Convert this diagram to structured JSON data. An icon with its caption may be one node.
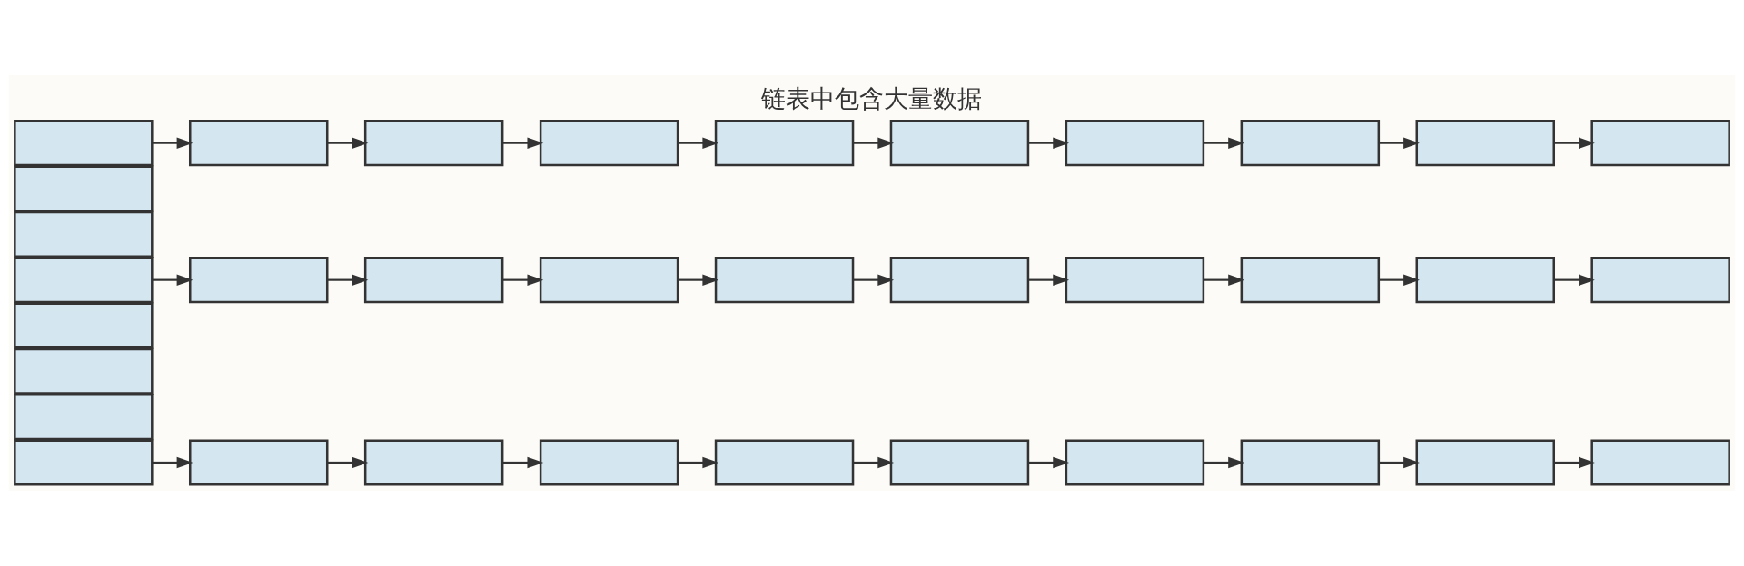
{
  "diagram": {
    "title": "链表中包含大量数据",
    "nodes": [
      {
        "text": [],
        "shape": "box"
      },
      {
        "text": [],
        "shape": "box"
      },
      {
        "text": [],
        "shape": "box"
      },
      {
        "text": [],
        "shape": "box"
      },
      {
        "text": [],
        "shape": "box"
      },
      {
        "text": [],
        "shape": "box"
      },
      {
        "text": [],
        "shape": "box"
      },
      {
        "text": [],
        "shape": "box"
      },
      {
        "text": [],
        "shape": "box"
      },
      {
        "text": [],
        "shape": "box"
      },
      {
        "text": [],
        "shape": "box"
      },
      {
        "text": [],
        "shape": "box"
      },
      {
        "text": [],
        "shape": "box"
      },
      {
        "text": [],
        "shape": "box"
      },
      {
        "text": [],
        "shape": "box"
      },
      {
        "text": [],
        "shape": "box"
      },
      {
        "text": [],
        "shape": "box"
      },
      {
        "text": [],
        "shape": "box"
      },
      {
        "text": [],
        "shape": "box"
      },
      {
        "text": [],
        "shape": "box"
      },
      {
        "text": [],
        "shape": "box"
      },
      {
        "text": [],
        "shape": "box"
      },
      {
        "text": [],
        "shape": "box"
      },
      {
        "text": [],
        "shape": "box"
      },
      {
        "text": [],
        "shape": "box"
      },
      {
        "text": [],
        "shape": "box"
      },
      {
        "text": [],
        "shape": "box"
      },
      {
        "text": [],
        "shape": "box"
      },
      {
        "text": [],
        "shape": "box"
      },
      {
        "text": [],
        "shape": "box"
      },
      {
        "text": [],
        "shape": "box"
      },
      {
        "text": [],
        "shape": "box"
      },
      {
        "text": [],
        "shape": "box"
      },
      {
        "text": [],
        "shape": "box"
      },
      {
        "text": [],
        "shape": "box"
      }
    ],
    "edges": [
      {
        "from": 0,
        "to": 8,
        "arrow": "to"
      },
      {
        "from": 8,
        "to": 9,
        "arrow": "to"
      },
      {
        "from": 9,
        "to": 10,
        "arrow": "to"
      },
      {
        "from": 10,
        "to": 11,
        "arrow": "to"
      },
      {
        "from": 11,
        "to": 12,
        "arrow": "to"
      },
      {
        "from": 12,
        "to": 13,
        "arrow": "to"
      },
      {
        "from": 13,
        "to": 14,
        "arrow": "to"
      },
      {
        "from": 14,
        "to": 15,
        "arrow": "to"
      },
      {
        "from": 15,
        "to": 16,
        "arrow": "to"
      },
      {
        "from": 3,
        "to": 17,
        "arrow": "to"
      },
      {
        "from": 17,
        "to": 18,
        "arrow": "to"
      },
      {
        "from": 18,
        "to": 19,
        "arrow": "to"
      },
      {
        "from": 19,
        "to": 20,
        "arrow": "to"
      },
      {
        "from": 20,
        "to": 21,
        "arrow": "to"
      },
      {
        "from": 21,
        "to": 22,
        "arrow": "to"
      },
      {
        "from": 22,
        "to": 23,
        "arrow": "to"
      },
      {
        "from": 23,
        "to": 24,
        "arrow": "to"
      },
      {
        "from": 24,
        "to": 25,
        "arrow": "to"
      },
      {
        "from": 7,
        "to": 26,
        "arrow": "to"
      },
      {
        "from": 26,
        "to": 27,
        "arrow": "to"
      },
      {
        "from": 27,
        "to": 28,
        "arrow": "to"
      },
      {
        "from": 28,
        "to": 29,
        "arrow": "to"
      },
      {
        "from": 29,
        "to": 30,
        "arrow": "to"
      },
      {
        "from": 30,
        "to": 31,
        "arrow": "to"
      },
      {
        "from": 31,
        "to": 32,
        "arrow": "to"
      },
      {
        "from": 32,
        "to": 33,
        "arrow": "to"
      },
      {
        "from": 33,
        "to": 34,
        "arrow": "to"
      }
    ]
  }
}
